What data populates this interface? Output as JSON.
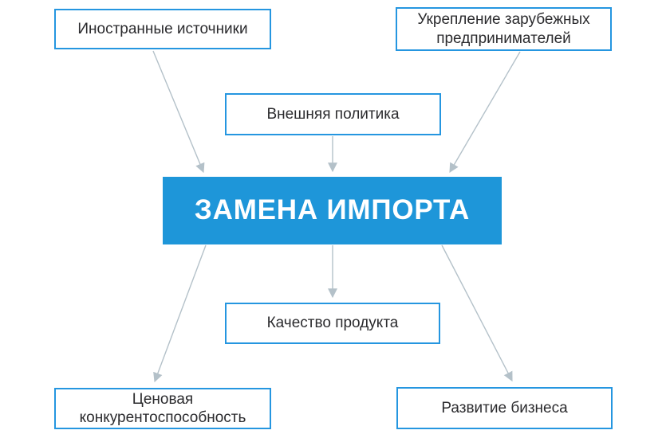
{
  "diagram": {
    "nodes": {
      "foreign_sources": {
        "label": "Иностранные источники"
      },
      "foreign_entrepreneurs": {
        "label": "Укрепление зарубежных предпринимателей"
      },
      "foreign_policy": {
        "label": "Внешняя политика"
      },
      "import_substitution": {
        "label": "ЗАМЕНА ИМПОРТА"
      },
      "product_quality": {
        "label": "Качество продукта"
      },
      "price_competitiveness": {
        "label": "Ценовая конкурентоспособность"
      },
      "business_development": {
        "label": "Развитие бизнеса"
      }
    },
    "edges": [
      {
        "from": "foreign_sources",
        "to": "import_substitution"
      },
      {
        "from": "foreign_policy",
        "to": "import_substitution"
      },
      {
        "from": "foreign_entrepreneurs",
        "to": "import_substitution"
      },
      {
        "from": "import_substitution",
        "to": "price_competitiveness"
      },
      {
        "from": "import_substitution",
        "to": "product_quality"
      },
      {
        "from": "import_substitution",
        "to": "business_development"
      }
    ]
  },
  "colors": {
    "accent_color": "#1e96d9",
    "border_color": "#2596e0",
    "arrow_color": "#b4c1c9",
    "text_color": "#2b2b2e",
    "center_text_color": "#ffffff"
  }
}
